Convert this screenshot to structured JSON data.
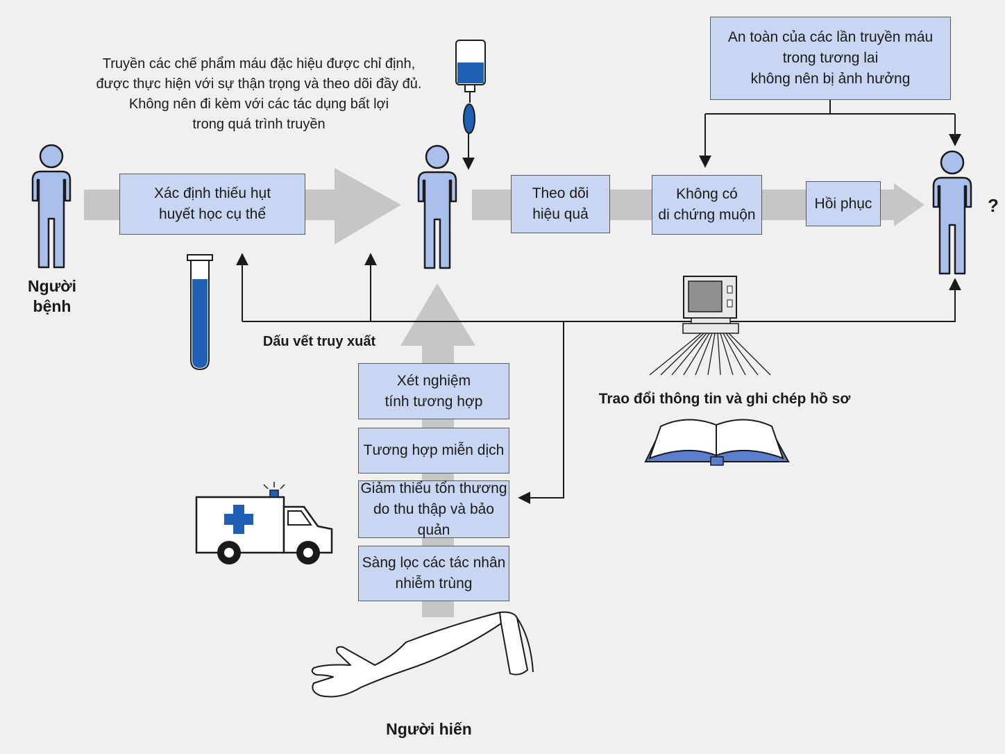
{
  "labels": {
    "patient": "Người bệnh",
    "donor": "Người hiến",
    "traceability": "Dấu vết truy xuất",
    "communication": "Trao đổi thông tin và ghi chép hồ sơ",
    "transfusion_note": "Truyền các chế phẩm máu đặc hiệu được chỉ định,\nđược thực hiện với sự thận trọng và theo dõi đầy đủ.\nKhông nên đi kèm với các tác dụng bất lợi\ntrong quá trình truyền",
    "question": "?"
  },
  "boxes": {
    "deficit": "Xác định thiếu hụt\nhuyết học cụ thể",
    "monitor": "Theo dõi\nhiệu quả",
    "no_sequelae": "Không có\ndi chứng muộn",
    "recovery": "Hồi phục",
    "future_safety": "An toàn của các lần truyền máu\ntrong tương lai\nkhông nên bị ảnh hưởng",
    "compat_test": "Xét nghiệm\ntính tương hợp",
    "immune_compat": "Tương hợp miễn dịch",
    "minimize_damage": "Giảm thiểu tổn thương\ndo thu thập và bảo quản",
    "screening": "Sàng lọc các tác nhân\nnhiễm trùng"
  },
  "colors": {
    "box_fill": "#c9d6f2",
    "figure_fill": "#a9c0ec",
    "blood_blue": "#1f5fb4",
    "arrow_gray": "#c6c6c6"
  },
  "icons": [
    "person-icon",
    "test-tube-icon",
    "iv-bag-icon",
    "computer-icon",
    "book-icon",
    "ambulance-icon",
    "arm-icon"
  ]
}
